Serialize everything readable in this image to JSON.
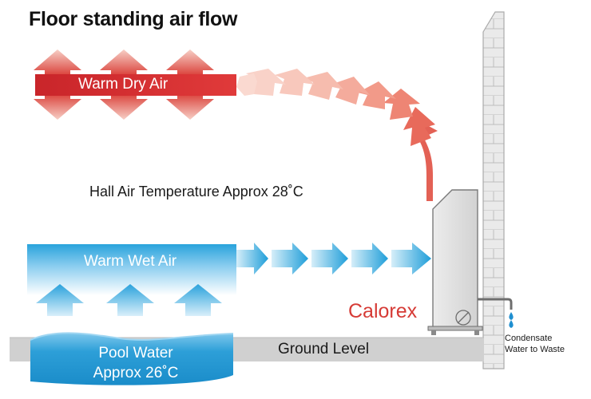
{
  "title": "Floor standing air flow",
  "labels": {
    "warm_dry_air": "Warm Dry Air",
    "hall_air_temperature": "Hall Air Temperature Approx 28˚C",
    "warm_wet_air": "Warm Wet Air",
    "brand": "Calorex",
    "ground_level": "Ground Level",
    "pool_water_line1": "Pool Water",
    "pool_water_line2": "Approx 26˚C",
    "condensate_line1": "Condensate",
    "condensate_line2": "Water to Waste"
  },
  "colors": {
    "warm_red": "#d83a33",
    "warm_light": "#f8d4cc",
    "water_blue": "#1f9ed9",
    "water_light": "#d6eef9",
    "unit_grey": "#e1e1e1",
    "ground_grey": "#cfcfcf",
    "brand_red": "#d63b36"
  }
}
